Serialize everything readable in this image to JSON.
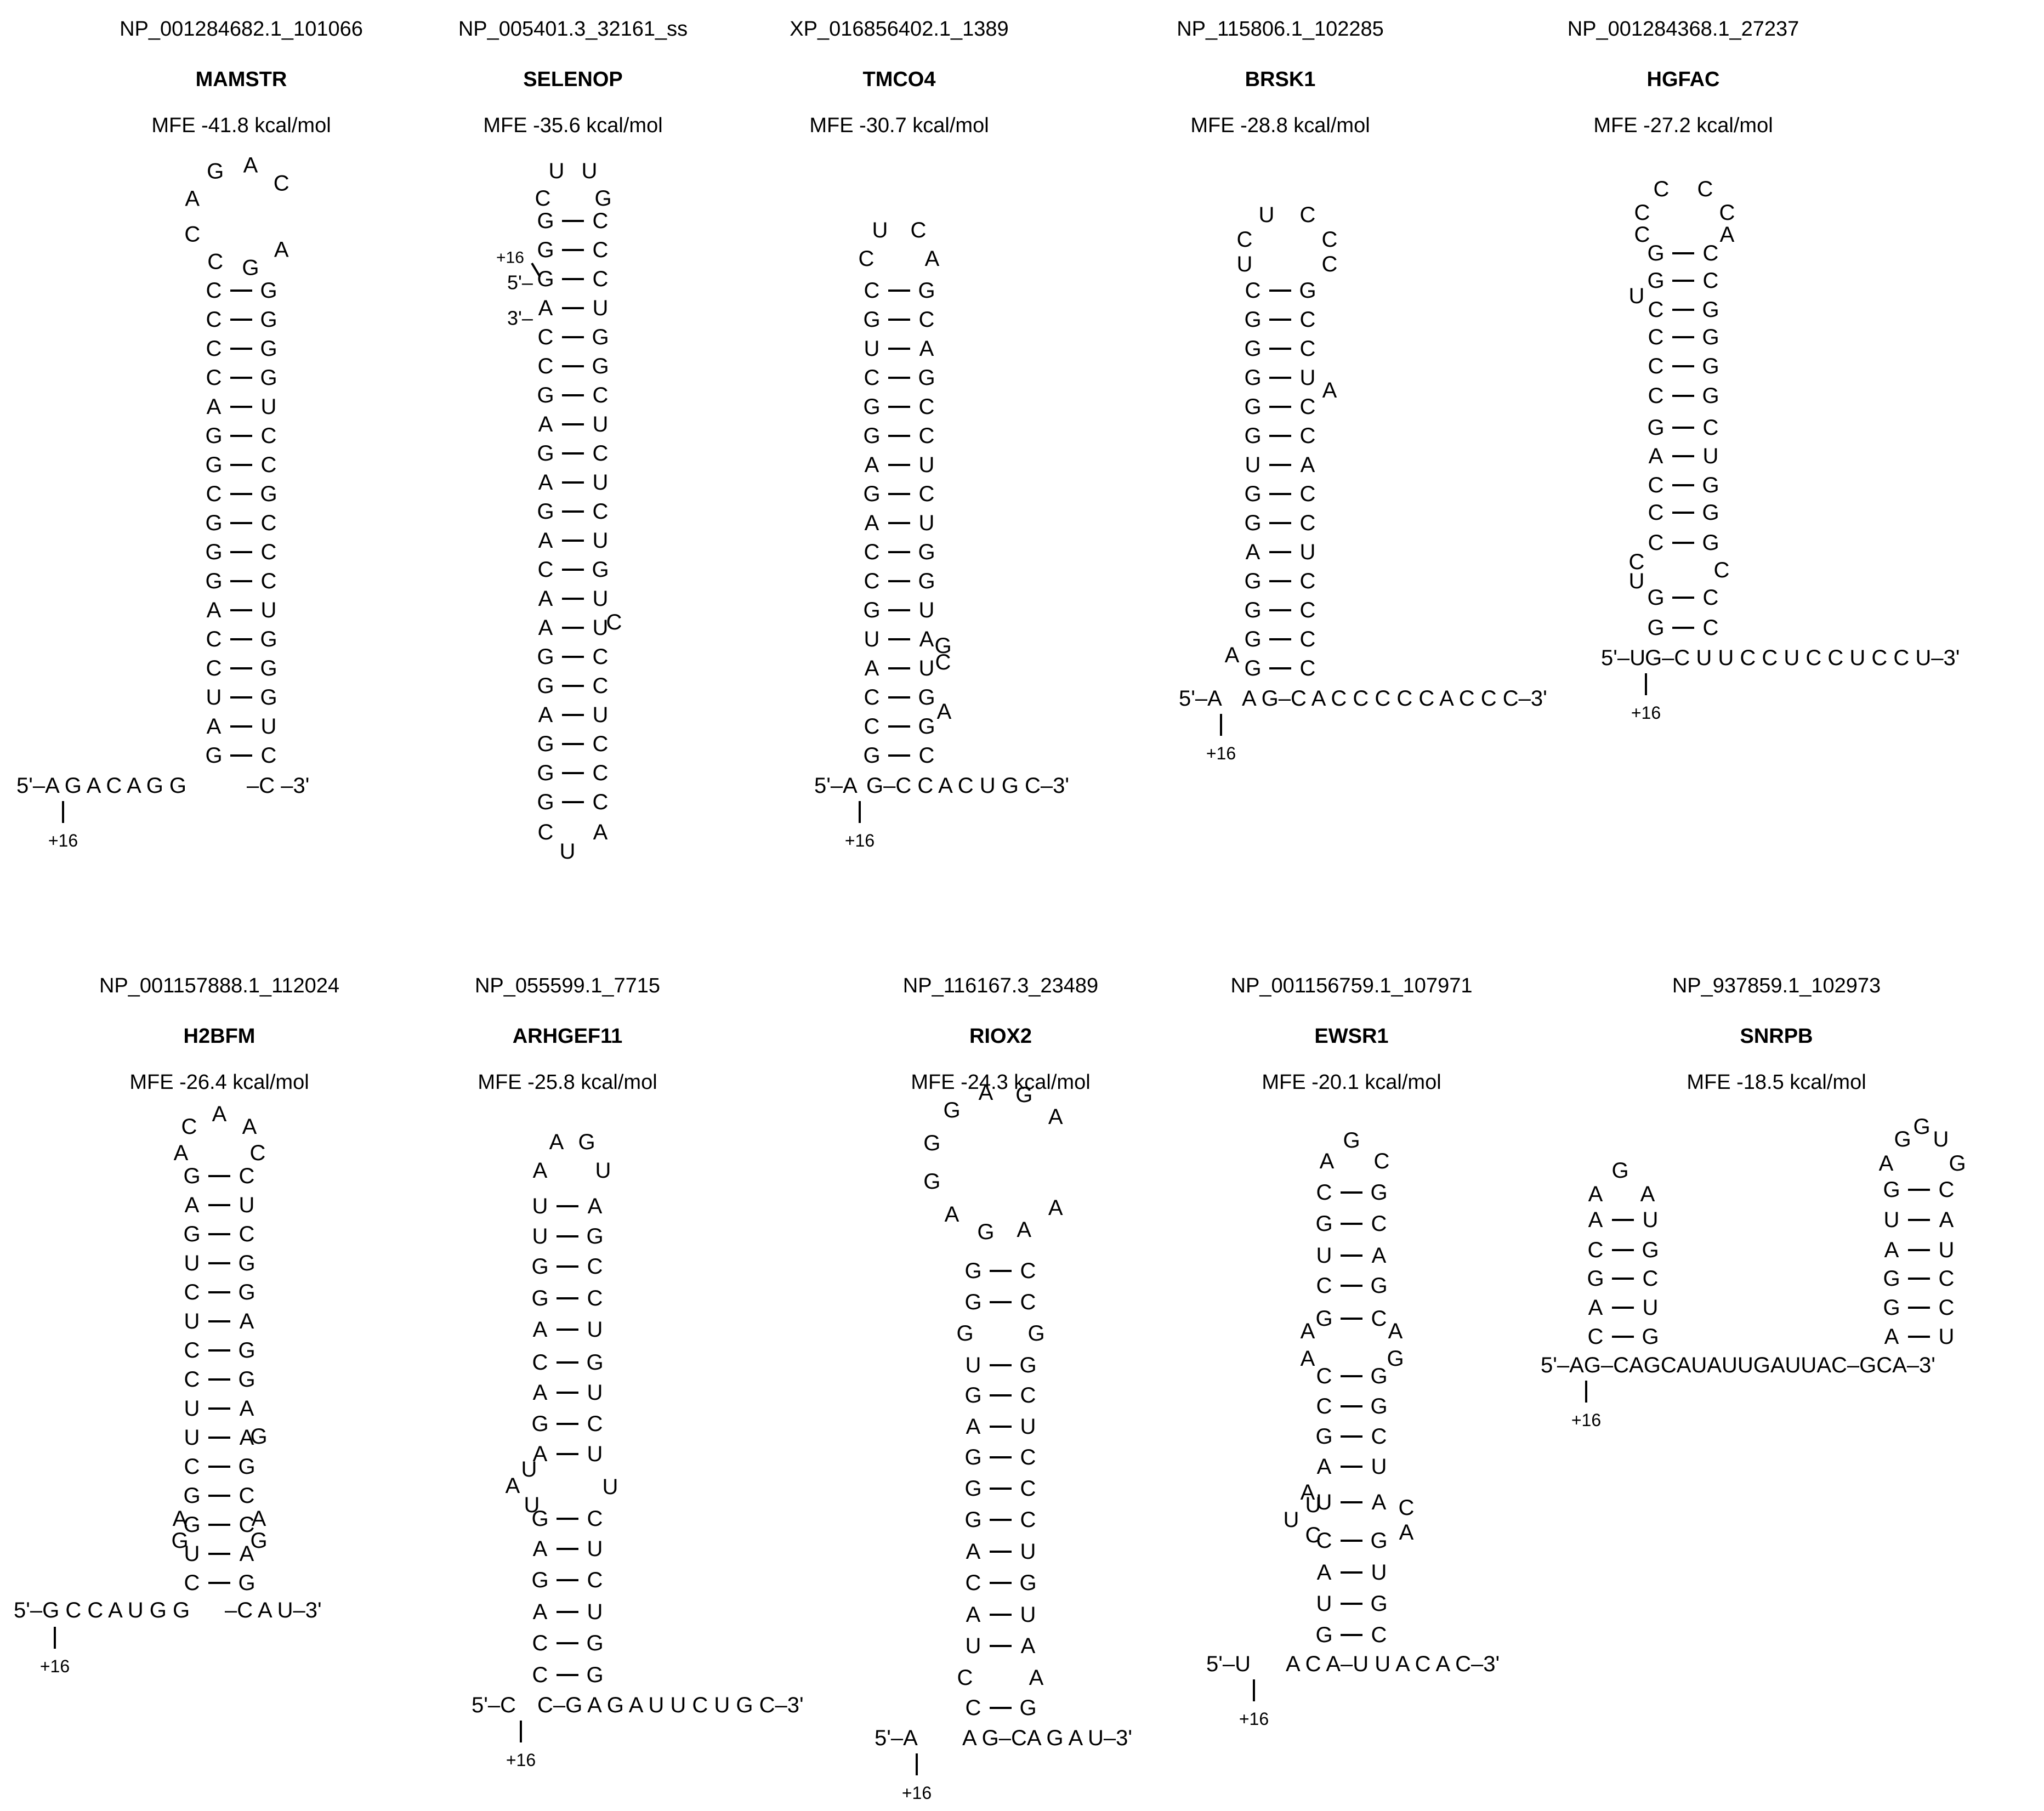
{
  "panels": [
    {
      "accession": "NP_001284682.1_101066",
      "gene": "MAMSTR",
      "mfe": "MFE -41.8 kcal/mol",
      "loop": "AGCCAGAC",
      "stem": [
        "C-G",
        "C-G",
        "C-G",
        "C-G",
        "A-U",
        "G-C",
        "G-C",
        "C-G",
        "G-C",
        "G-C",
        "G-C",
        "A-U",
        "C-G",
        "C-G",
        "U-G",
        "A-U",
        "G-C"
      ],
      "base5": "5'–A G A C A G G",
      "base3": "–C –3'",
      "pos": "+16"
    },
    {
      "accession": "NP_005401.3_32161_ss",
      "gene": "SELENOP",
      "mfe": "MFE -35.6 kcal/mol",
      "loop": "UUGC",
      "stem": [
        "G-C",
        "G-C",
        "G-C",
        "A-U",
        "C-G",
        "C-G",
        "G-C",
        "A-U",
        "G-C",
        "A-U",
        "G-C",
        "A-U",
        "C-G",
        "A-U",
        "A-U",
        "G-C",
        "G-C",
        "A-U",
        "G-C",
        "G-C",
        "G-C"
      ],
      "bottom": "CUA",
      "labels": [
        "+16",
        "5'–",
        "3'–"
      ],
      "bulge": "C"
    },
    {
      "accession": "XP_016856402.1_1389",
      "gene": "TMCO4",
      "mfe": "MFE -30.7 kcal/mol",
      "loop": "UCAC",
      "stem": [
        "C-G",
        "G-C",
        "U-A",
        "C-G",
        "G-C",
        "G-C",
        "A-U",
        "G-C",
        "A-U",
        "C-G",
        "C-G",
        "G-U",
        "U-A",
        "A-U",
        "C-G",
        "C-G",
        "G-C"
      ],
      "bulges": [
        "G",
        "C",
        "A"
      ],
      "base5": "5'–A",
      "base3": "G–C  C A C U G C–3'",
      "pos": "+16"
    },
    {
      "accession": "NP_115806.1_102285",
      "gene": "BRSK1",
      "mfe": "MFE -28.8 kcal/mol",
      "loop": "UCCCUC",
      "stem": [
        "C-G",
        "G-C",
        "G-C",
        "G-U",
        "G-C",
        "G-C",
        "U-A",
        "G-C",
        "G-C",
        "A-U",
        "G-C",
        "G-C",
        "G-C",
        "G-C"
      ],
      "bulges": [
        "A",
        "A"
      ],
      "base5": "5'–A",
      "base3": "A G–C A C C C C C A C C C–3'",
      "pos": "+16"
    },
    {
      "accession": "NP_001284368.1_27237",
      "gene": "HGFAC",
      "mfe": "MFE -27.2 kcal/mol",
      "loop": "CCCCCA",
      "stem": [
        "G-C",
        "G-C",
        "C-G",
        "C-G",
        "C-G",
        "C-G",
        "G-C",
        "A-U",
        "C-G",
        "C-G",
        "C-G",
        "G-C",
        "G-C"
      ],
      "bulges": [
        "U",
        "C",
        "U",
        "C"
      ],
      "base5": "5'–U",
      "base3": "G–C U U C C U C C U C C U–3'",
      "pos": "+16"
    },
    {
      "accession": "NP_001157888.1_112024",
      "gene": "H2BFM",
      "mfe": "MFE -26.4 kcal/mol",
      "loop": "CAAAC",
      "stem": [
        "G-C",
        "A-U",
        "G-C",
        "U-G",
        "C-G",
        "U-A",
        "C-G",
        "C-G",
        "U-A",
        "U-A",
        "C-G",
        "G-C",
        "G-C",
        "U-A",
        "C-G"
      ],
      "bulges": [
        "G",
        "A",
        "A",
        "G",
        "G"
      ],
      "base5": "5'–G C C A U G G",
      "base3": "–C A U–3'",
      "pos": "+16"
    },
    {
      "accession": "NP_055599.1_7715",
      "gene": "ARHGEF11",
      "mfe": "MFE -25.8 kcal/mol",
      "loop": "AGAU",
      "stem": [
        "U-A",
        "U-G",
        "G-C",
        "G-C",
        "A-U",
        "C-G",
        "A-U",
        "G-C",
        "A-U",
        "G-C",
        "A-U",
        "G-C",
        "A-U",
        "C-G",
        "C-G"
      ],
      "bulges": [
        "U",
        "A",
        "U",
        "U"
      ],
      "base5": "5'–C",
      "base3": "C–G A G A U U C U G C–3'",
      "pos": "+16"
    },
    {
      "accession": "NP_116167.3_23489",
      "gene": "RIOX2",
      "mfe": "MFE -24.3 kcal/mol",
      "loop": "AAGAGGGAGA",
      "stem": [
        "G-C",
        "G-C",
        "U-G",
        "G-C",
        "A-U",
        "G-C",
        "G-C",
        "G-C",
        "A-U",
        "C-G",
        "A-U",
        "U-A",
        "C-G"
      ],
      "interior": [
        "G",
        "G",
        "C",
        "A"
      ],
      "base5": "5'–A",
      "base3": "A G–CA G A U–3'",
      "pos": "+16"
    },
    {
      "accession": "NP_001156759.1_107971",
      "gene": "EWSR1",
      "mfe": "MFE -20.1 kcal/mol",
      "loop": "AGC",
      "stem": [
        "C-G",
        "G-C",
        "U-A",
        "C-G",
        "G-C",
        "C-G",
        "C-G",
        "G-C",
        "A-U",
        "U-A",
        "C-G",
        "A-U",
        "U-G",
        "G-C"
      ],
      "bulges": [
        "A",
        "A",
        "A",
        "G",
        "A",
        "U",
        "U",
        "C",
        "C",
        "A"
      ],
      "base5": "5'–U",
      "base3": "A C A–U U A C A C–3'",
      "pos": "+16"
    },
    {
      "accession": "NP_937859.1_102973",
      "gene": "SNRPB",
      "mfe": "MFE -18.5 kcal/mol",
      "loop1": "AGA",
      "loop2": "AGGUG",
      "stem1": [
        "A-U",
        "C-G",
        "G-C",
        "A-U",
        "C-G"
      ],
      "stem2": [
        "G-C",
        "U-A",
        "A-U",
        "G-C",
        "G-C",
        "A-U"
      ],
      "base": "5'–AG–CAGCAUAUUGAUUAC–GCA–3'",
      "pos": "+16"
    }
  ]
}
